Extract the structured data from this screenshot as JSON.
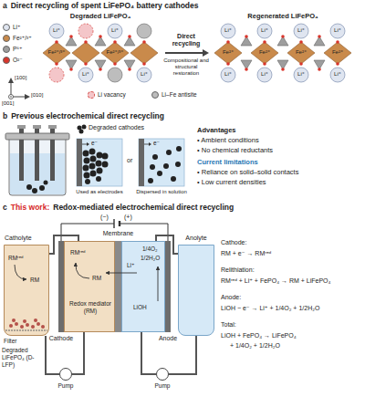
{
  "diagram": {
    "nodes": [
      {
        "text": [
          "Catholyte",
          "RMʳᵉᵈ",
          "RM"
        ]
      },
      {
        "text": [
          "RMʳᵉᵈ",
          "RM",
          "Redox mediator (RM)"
        ]
      },
      {
        "text": [
          "Membrane"
        ]
      },
      {
        "text": [
          "Li⁺",
          "1/4O₂",
          "1/2H₂O",
          "LiOH"
        ]
      },
      {
        "text": [
          "Anolyte"
        ]
      },
      {
        "text": [
          "Pump"
        ]
      },
      {
        "text": [
          "Pump"
        ]
      }
    ],
    "edges": [
      {
        "from": 0,
        "to": 5,
        "arrow": "none"
      },
      {
        "from": 5,
        "to": 1,
        "arrow": "none"
      },
      {
        "from": 1,
        "to": 0,
        "arrow": "none"
      },
      {
        "from": 4,
        "to": 6,
        "arrow": "none"
      },
      {
        "from": 6,
        "to": 3,
        "arrow": "none"
      },
      {
        "from": 3,
        "to": 4,
        "arrow": "none"
      }
    ],
    "labels": [
      "a",
      "Direct recycling of spent LiFePO₄ battery cathodes",
      "Degraded LiFePO₄",
      "Regenerated LiFePO₄",
      "Direct recycling",
      "Compositional and structural restoration",
      "Li⁺",
      "Li⁺",
      "Fe²⁺/³⁺",
      "Fe²⁺/³⁺",
      "Li⁺",
      "Li⁺",
      "Li⁺",
      "Li⁺",
      "Li⁺",
      "Li⁺",
      "Fe²⁺",
      "Fe²⁺",
      "Fe²⁺",
      "Fe²⁺",
      "Li⁺",
      "Li⁺",
      "Li⁺",
      "Li⁺",
      "[100]",
      "[001]",
      "[010]",
      "b",
      "Previous electrochemical direct recycling",
      "Degraded cathodes",
      "e⁻",
      "e⁻",
      "or",
      "Used as electrodes",
      "Dispersed in solution",
      "Advantages",
      "• Ambient conditions",
      "• No chemical reductants",
      "Current limitations",
      "• Reliance on solid–solid contacts",
      "• Low current densities",
      "c",
      "This work:",
      "Redox-mediated electrochemical direct recycling",
      "(−)",
      "(+)",
      "Cathode",
      "Anode",
      "Filter",
      "Degraded LiFePO₄ (D-LFP)",
      "Cathode:",
      "RM + e⁻ → RMʳᵉᵈ",
      "Relithiation:",
      "RMʳᵉᵈ + Li⁺ + FePO₄ → RM + LiFePO₄",
      "Anode:",
      "LiOH − e⁻ → Li⁺ + 1/4O₂ + 1/2H₂O",
      "Total:",
      "LiOH + FePO₄ → LiFePO₄",
      "+ 1/4O₂ + 1/2H₂O"
    ],
    "legend": [
      {
        "text": "Li⁺",
        "color": "#dfe5f0"
      },
      {
        "text": "Fe²⁺/³⁺",
        "color": "#c98a4b"
      },
      {
        "text": "P⁵⁺",
        "color": "#9e9e9e"
      },
      {
        "text": "O²⁻",
        "color": "#d9352b"
      },
      {
        "text": "Li vacancy",
        "color": "#f4c6c9"
      },
      {
        "text": "Li–Fe antisite",
        "color": "#bdbdbd"
      }
    ]
  }
}
